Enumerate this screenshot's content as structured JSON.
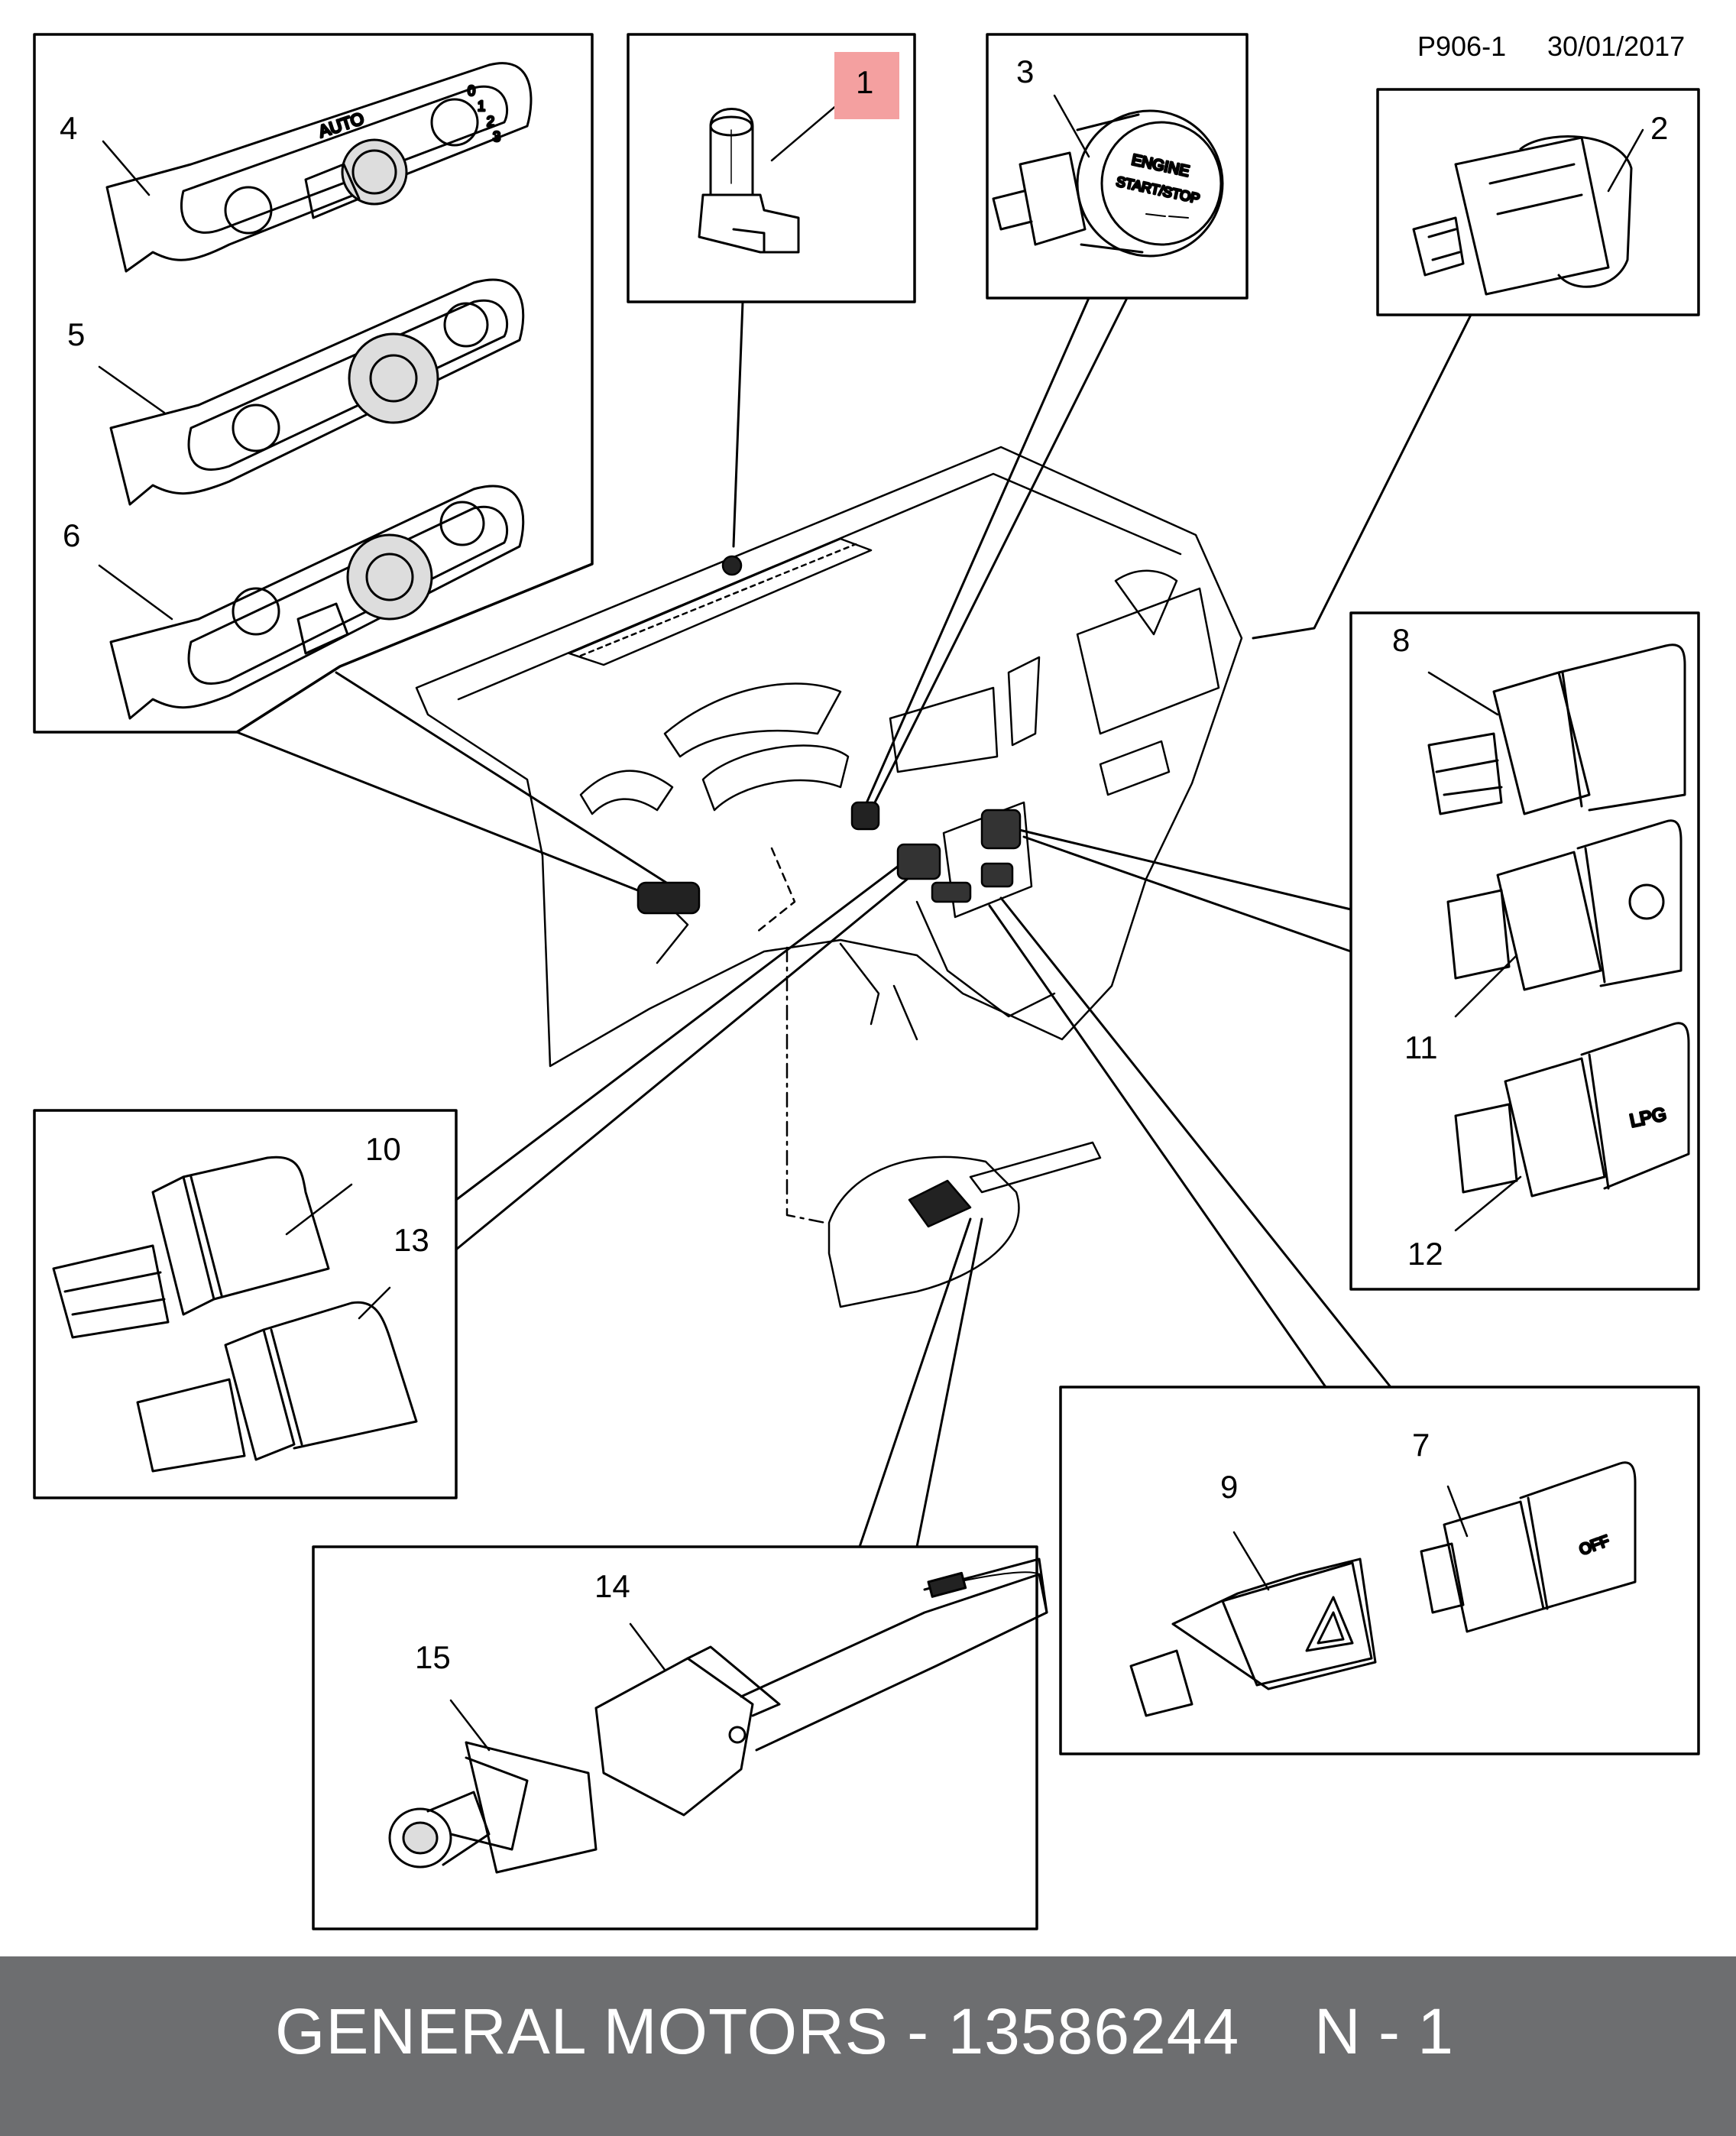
{
  "header": {
    "code": "P906-1",
    "date": "30/01/2017"
  },
  "callouts": [
    {
      "id": "c1",
      "label": "1",
      "highlight": true
    },
    {
      "id": "c2",
      "label": "2"
    },
    {
      "id": "c3",
      "label": "3"
    },
    {
      "id": "c4",
      "label": "4"
    },
    {
      "id": "c5",
      "label": "5"
    },
    {
      "id": "c6",
      "label": "6"
    },
    {
      "id": "c7",
      "label": "7"
    },
    {
      "id": "c8",
      "label": "8"
    },
    {
      "id": "c9",
      "label": "9"
    },
    {
      "id": "c10",
      "label": "10"
    },
    {
      "id": "c11",
      "label": "11"
    },
    {
      "id": "c12",
      "label": "12"
    },
    {
      "id": "c13",
      "label": "13"
    },
    {
      "id": "c14",
      "label": "14"
    },
    {
      "id": "c15",
      "label": "15"
    }
  ],
  "part_markings": {
    "engine_button_line1": "ENGINE",
    "engine_button_line2": "START/STOP",
    "auto": "AUTO",
    "lpg": "LPG",
    "off": "OFF",
    "dial_0": "0",
    "dial_1": "1",
    "dial_2": "2",
    "dial_3": "3"
  },
  "colors": {
    "highlight": "#f4a0a0",
    "footer_bg": "#6d6e70",
    "footer_text": "#ffffff"
  },
  "footer": {
    "brand": "GENERAL MOTORS - 13586244",
    "quantity": "N - 1"
  }
}
